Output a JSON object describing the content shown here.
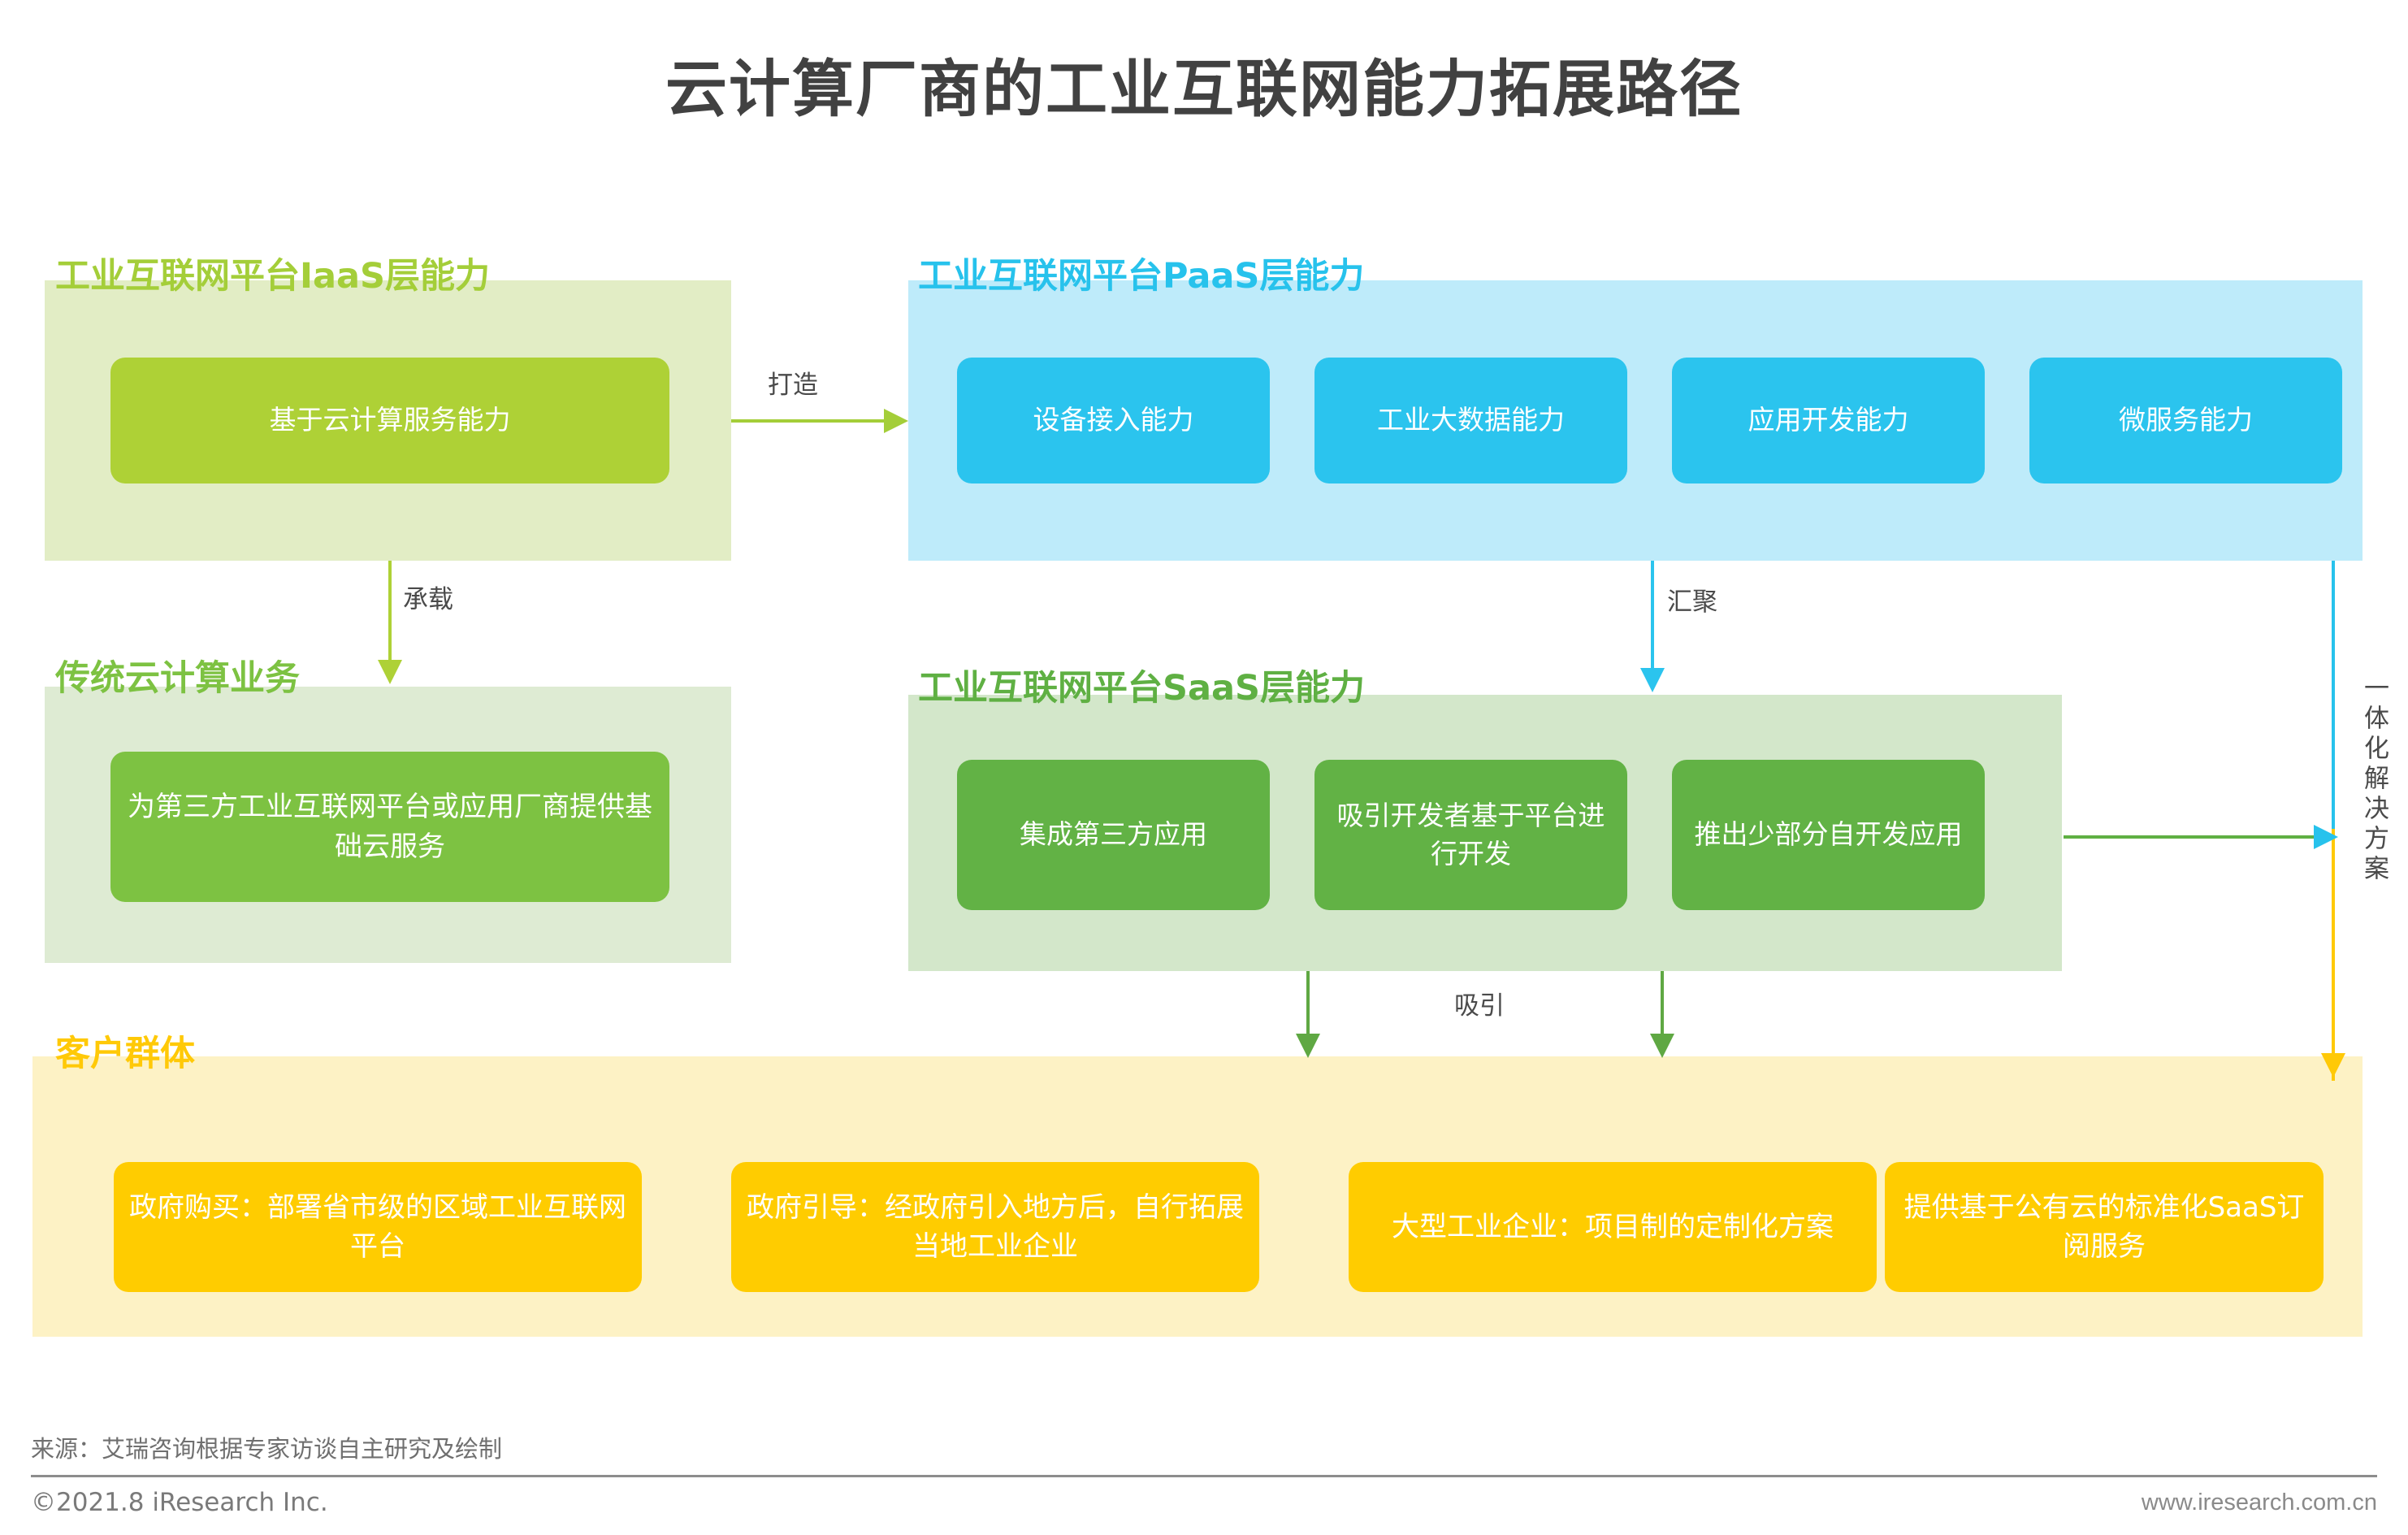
{
  "page": {
    "title": "云计算厂商的工业互联网能力拓展路径"
  },
  "sections": {
    "iaas": {
      "header": "工业互联网平台IaaS层能力",
      "header_color": "#A4CE39",
      "panel_color": "#E2EDC5",
      "box_color": "#AED136",
      "boxes": [
        {
          "label": "基于云计算服务能力"
        }
      ]
    },
    "paas": {
      "header": "工业互联网平台PaaS层能力",
      "header_color": "#27C2EC",
      "panel_color": "#BEEBFA",
      "box_color": "#2BC4EE",
      "boxes": [
        {
          "label": "设备接入能力"
        },
        {
          "label": "工业大数据能力"
        },
        {
          "label": "应用开发能力"
        },
        {
          "label": "微服务能力"
        }
      ]
    },
    "traditional": {
      "header": "传统云计算业务",
      "header_color": "#7DC242",
      "panel_color": "#DEEBD3",
      "box_color": "#7DC242",
      "boxes": [
        {
          "label": "为第三方工业互联网平台或应用厂商提供基础云服务"
        }
      ]
    },
    "saas": {
      "header": "工业互联网平台SaaS层能力",
      "header_color": "#5FB043",
      "panel_color": "#D3E7CA",
      "box_color": "#62B245",
      "boxes": [
        {
          "label": "集成第三方应用"
        },
        {
          "label": "吸引开发者基于平台进行开发"
        },
        {
          "label": "推出少部分自开发应用"
        }
      ]
    },
    "customers": {
      "header": "客户群体",
      "header_color": "#FFC907",
      "panel_color": "#FDF2C5",
      "box_color": "#FFCC00",
      "boxes": [
        {
          "label": "政府购买：部署省市级的区域工业互联网平台"
        },
        {
          "label": "政府引导：经政府引入地方后，自行拓展当地工业企业"
        },
        {
          "label": "大型工业企业：项目制的定制化方案"
        },
        {
          "label": "提供基于公有云的标准化SaaS订阅服务"
        }
      ]
    }
  },
  "connectors": {
    "iaas_to_paas": {
      "label": "打造",
      "color": "#A4CE39"
    },
    "iaas_to_traditional": {
      "label": "承载",
      "color": "#AED136"
    },
    "paas_to_saas": {
      "label": "汇聚",
      "color": "#2BC4EE"
    },
    "saas_to_customers": {
      "label": "吸引",
      "color": "#5FA843"
    },
    "integrated_solution": {
      "label": "一体化解决方案"
    }
  },
  "footer": {
    "source": "来源：艾瑞咨询根据专家访谈自主研究及绘制",
    "copyright": "©2021.8 iResearch Inc.",
    "url": "www.iresearch.com.cn"
  }
}
